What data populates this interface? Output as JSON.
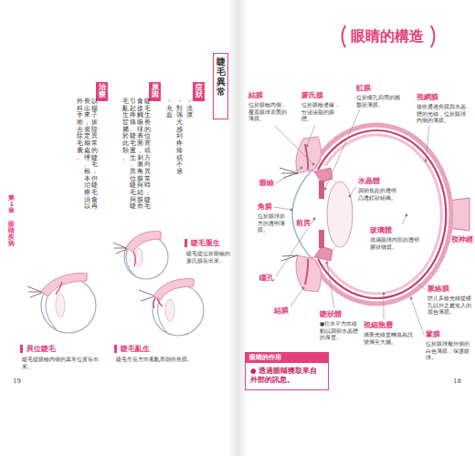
{
  "diagram": {
    "title": "眼睛的構造",
    "nodes": [
      {
        "text": [
          "睫毛異常"
        ]
      },
      {
        "text": [
          "症狀"
        ]
      },
      {
        "text": [
          "原因"
        ]
      },
      {
        "text": [
          "治療"
        ]
      },
      {
        "text": [
          "眼睛的作用",
          "● 透過眼睛獲取來自外部的訊息。"
        ]
      }
    ],
    "labels": [
      "・流淚",
      "・對強光感到疼痛或不適",
      "・充血",
      "睫毛生長的位置或方向異常時，睫毛會接觸眼球表面，刺激角膜與結膜而引起疼痛。睫毛重生、異位睫毛與睫毛亂生皆屬於此類。",
      "以鑷子拔除異常的睫毛，但睫毛會再長出來，需定期處理。根本治療須以外科手術去除毛囊。",
      "睫毛重生",
      "睫毛從位於眼瞼的麥氏腺長出來。",
      "異位睫毛",
      "睫毛從眼瞼內側的異常位置長出來。",
      "睫毛亂生",
      "睫毛生長方向紊亂而朝向角膜。",
      "第1章　眼睛疾病",
      "19",
      "結膜",
      "位於眼瞼內側，覆蓋眼球表面的薄膜。",
      "麥氏腺",
      "位於眼瞼邊緣，分泌油脂的腺體。",
      "虹膜",
      "位於瞳孔四周的圓盤狀薄膜。",
      "視網膜",
      "接收通過角膜與水晶體的光線，位於眼球內側的薄膜。",
      "眼瞼",
      "角膜",
      "位於眼球前方的透明薄膜。",
      "前房",
      "水晶體",
      "調節焦距的透明凸透鏡狀組織。",
      "玻璃體",
      "填滿眼球內部的透明膠狀物質。",
      "視神經",
      "瞳孔",
      "結膜",
      "睫狀體",
      "●往水平方向移動以調節水晶體的厚度。",
      "脈絡膜",
      "防止多餘光線從瞳孔以外之處進入的黑色薄膜。",
      "視細胞層",
      "感受光線並轉換為訊號傳至大腦。",
      "鞏膜",
      "位於眼球最外側的白色薄膜，保護眼球。",
      "18"
    ]
  }
}
